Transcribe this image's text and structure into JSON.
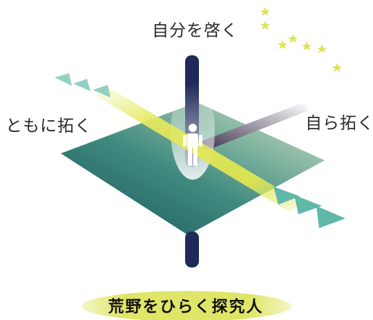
{
  "labels": {
    "top": "自分を啓く",
    "left": "ともに拓く",
    "right": "自ら拓く"
  },
  "title": "荒野をひらく探究人",
  "colors": {
    "axis": "#1f2a5a",
    "plane_dark": "#1f5e66",
    "plane_light": "#b9d9b9",
    "beam": "#e6ea6a",
    "arrows": "#5fb8a8",
    "stars": "#dde25a",
    "title_band": "#dfe566"
  }
}
